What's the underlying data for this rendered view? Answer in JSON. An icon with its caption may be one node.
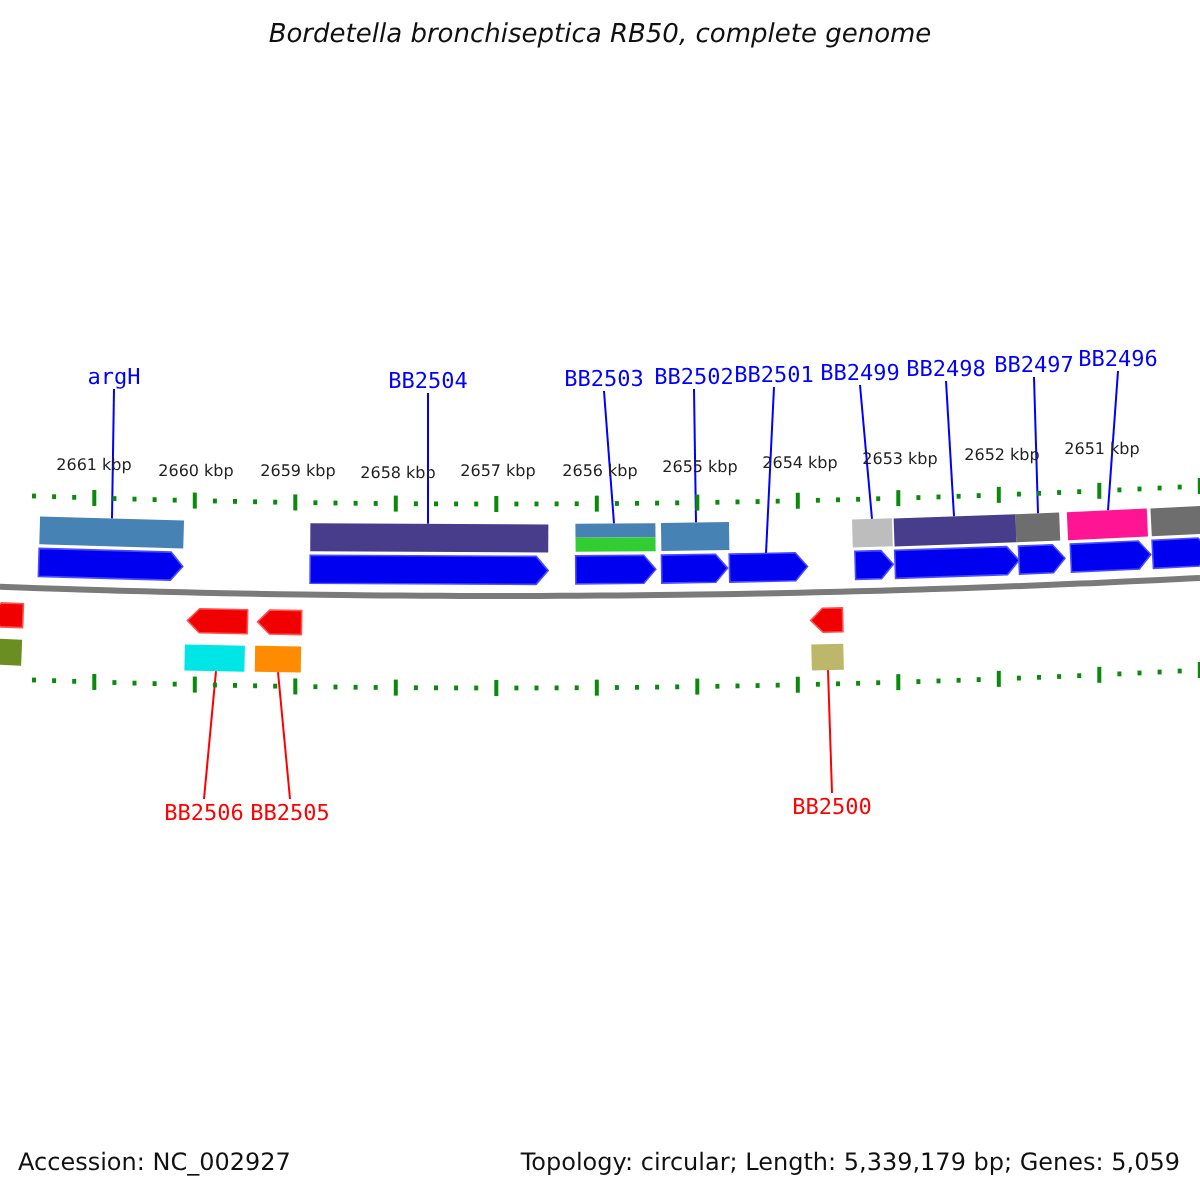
{
  "diagram": {
    "title": "Bordetella bronchiseptica RB50, complete genome",
    "nodes": [
      {
        "text": [
          "argH"
        ]
      },
      {
        "text": [
          "BB2504"
        ]
      },
      {
        "text": [
          "BB2503"
        ]
      },
      {
        "text": [
          "BB2502"
        ]
      },
      {
        "text": [
          "BB2501"
        ]
      },
      {
        "text": [
          "BB2499"
        ]
      },
      {
        "text": [
          "BB2498"
        ]
      },
      {
        "text": [
          "BB2497"
        ]
      },
      {
        "text": [
          "BB2496"
        ]
      },
      {
        "text": [
          "BB2506"
        ]
      },
      {
        "text": [
          "BB2505"
        ]
      },
      {
        "text": [
          "BB2500"
        ]
      },
      {
        "text": [],
        "shape": "bar"
      },
      {
        "text": [],
        "shape": "bar"
      },
      {
        "text": [],
        "shape": "bar"
      },
      {
        "text": [],
        "shape": "bar"
      },
      {
        "text": [],
        "shape": "arrow"
      },
      {
        "text": [],
        "shape": "bar"
      },
      {
        "text": [],
        "shape": "bar"
      },
      {
        "text": [],
        "shape": "bar"
      },
      {
        "text": [],
        "shape": "bar"
      },
      {
        "text": [],
        "shape": "bar"
      },
      {
        "text": [],
        "shape": "bar"
      },
      {
        "text": [],
        "shape": "bar"
      },
      {
        "text": [],
        "shape": "arrow"
      },
      {
        "text": [],
        "shape": "arrow"
      },
      {
        "text": [],
        "shape": "arrow"
      },
      {
        "text": [],
        "shape": "arrow"
      },
      {
        "text": [],
        "shape": "arrow"
      },
      {
        "text": [],
        "shape": "arrow"
      },
      {
        "text": [],
        "shape": "arrow"
      },
      {
        "text": [],
        "shape": "arrow"
      },
      {
        "text": [],
        "shape": "arrow"
      },
      {
        "text": [],
        "shape": "bar"
      },
      {
        "text": [],
        "shape": "arrow"
      },
      {
        "text": [],
        "shape": "arrow"
      },
      {
        "text": [],
        "shape": "arrow"
      },
      {
        "text": [],
        "shape": "arrow"
      },
      {
        "text": [],
        "shape": "bar"
      }
    ],
    "edges": [
      {
        "from": 0,
        "to": 12,
        "arrow": "none"
      },
      {
        "from": 1,
        "to": 13,
        "arrow": "none"
      },
      {
        "from": 2,
        "to": 14,
        "arrow": "none"
      },
      {
        "from": 3,
        "to": 15,
        "arrow": "none"
      },
      {
        "from": 4,
        "to": 16,
        "arrow": "none"
      },
      {
        "from": 5,
        "to": 17,
        "arrow": "none"
      },
      {
        "from": 6,
        "to": 18,
        "arrow": "none"
      },
      {
        "from": 7,
        "to": 19,
        "arrow": "none"
      },
      {
        "from": 8,
        "to": 20,
        "arrow": "none"
      },
      {
        "from": 9,
        "to": 21,
        "arrow": "none",
        "color": "#ff0000"
      },
      {
        "from": 10,
        "to": 22,
        "arrow": "none",
        "color": "#ff0000"
      },
      {
        "from": 11,
        "to": 23,
        "arrow": "none",
        "color": "#ff0000"
      }
    ],
    "labels": [
      "2661 kbp",
      "2660 kbp",
      "2659 kbp",
      "2658 kbp",
      "2657 kbp",
      "2656 kbp",
      "2655 kbp",
      "2654 kbp",
      "2653 kbp",
      "2652 kbp",
      "2651 kbp",
      "Accession: NC_002927",
      "Topology: circular; Length: 5,339,179 bp; Genes: 5,059"
    ]
  }
}
